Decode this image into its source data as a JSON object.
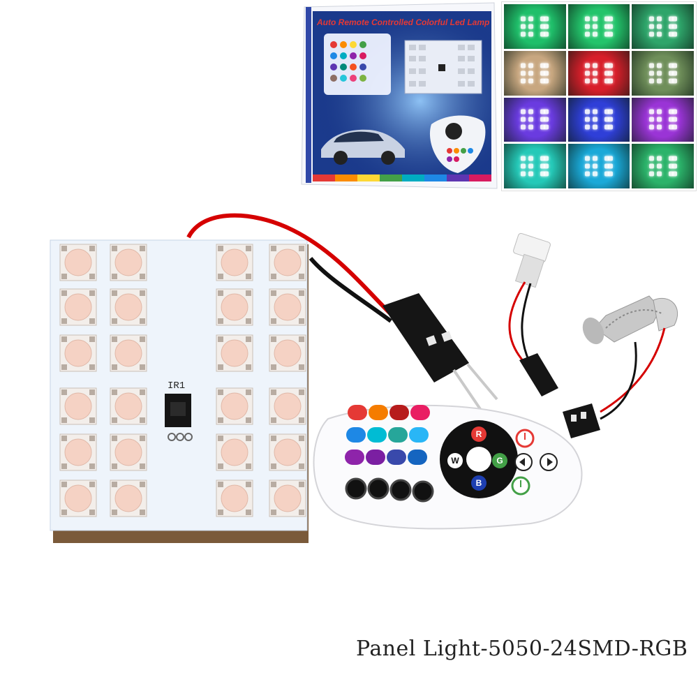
{
  "box": {
    "title": "Auto Remote Controlled Colorful Led Lamp"
  },
  "color_grid": {
    "cells": [
      "#1fbf6a",
      "#23c46b",
      "#2ea56a",
      "#c8a780",
      "#d81e2a",
      "#6f8f5a",
      "#6a3be0",
      "#2f3fd8",
      "#9a34d6",
      "#25c9b8",
      "#1aa9d8",
      "#2bb36a"
    ]
  },
  "panel": {
    "label": "IR1",
    "board_color": "#eef4fb",
    "led_color": "#f3eeea"
  },
  "remote": {
    "button_labels": [
      "R",
      "G",
      "B",
      "W"
    ],
    "color_buttons": [
      "#e53935",
      "#f57c00",
      "#b71c1c",
      "#e91e63",
      "#1e88e5",
      "#00bcd4",
      "#26a69a",
      "#29b6f6",
      "#8e24aa",
      "#7b1fa2",
      "#3949ab",
      "#1565c0"
    ]
  },
  "caption": "Panel Light-5050-24SMD-RGB"
}
